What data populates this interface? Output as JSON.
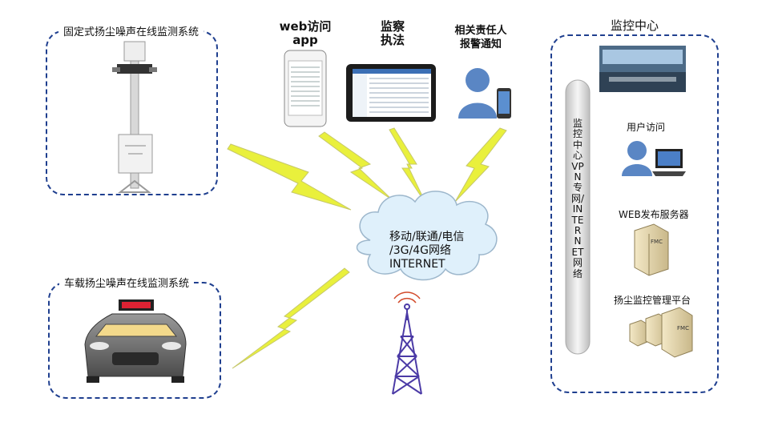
{
  "fixed_system": {
    "title": "固定式扬尘噪声在线监测系统"
  },
  "vehicle_system": {
    "title": "车载扬尘噪声在线监测系统"
  },
  "top_clients": {
    "web_app": {
      "line1": "web访问",
      "line2": "app"
    },
    "supervision": {
      "line1": "监察",
      "line2": "执法"
    },
    "responsible": {
      "line1": "相关责任人",
      "line2": "报警通知"
    }
  },
  "cloud": {
    "line1": "移动/联通/电信",
    "line2": "/3G/4G网络",
    "line3": "INTERNET"
  },
  "monitor_center": {
    "title": "监控中心",
    "vpn_label": "监控中心VPN专网/INTERNET网络",
    "items": [
      {
        "label": "用户访问"
      },
      {
        "label": "WEB发布服务器"
      },
      {
        "label": "扬尘监控管理平台"
      }
    ]
  },
  "device_texts": {
    "server_label": "FMC"
  },
  "colors": {
    "dash_border": "#1f3f8f",
    "lightning": "#e8f03a",
    "cloud": "#dff0fb",
    "tower": "#4b3aa6"
  }
}
